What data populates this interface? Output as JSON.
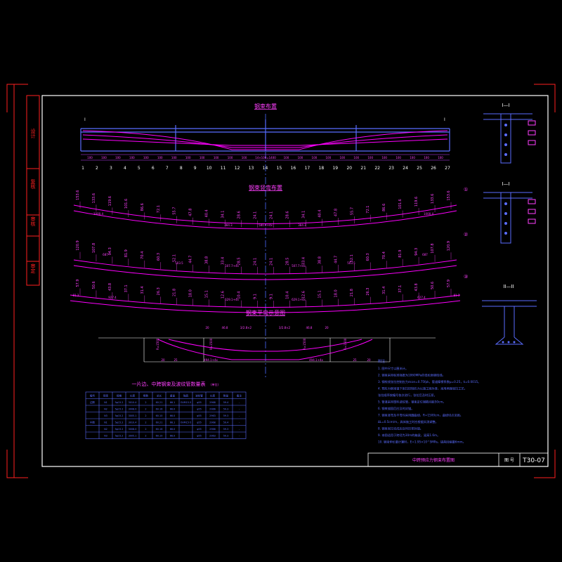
{
  "colors": {
    "frame": "#ffffff",
    "outer_border": "#ff2020",
    "main_line": "#ff00ff",
    "structure": "#5a6cff",
    "axis": "#4d6bff",
    "text": "#ff40ff",
    "dim": "#c040ff",
    "label_box": "#ff40ff"
  },
  "views": {
    "elevation_title": "钢束布置",
    "curve_title": "钢束竖弯布置",
    "plan_title": "钢束平弯示意图",
    "section_1_title": "I—I",
    "section_2_title": "I—I",
    "section_3_title": "II—II"
  },
  "elevation": {
    "section_mark": "I",
    "span_numbers": [
      "1",
      "2",
      "3",
      "4",
      "5",
      "6",
      "7",
      "8",
      "9",
      "10",
      "11",
      "12",
      "13",
      "14",
      "15",
      "16",
      "17",
      "18",
      "19",
      "20",
      "21",
      "22",
      "23",
      "24",
      "25",
      "26",
      "27"
    ],
    "dims": [
      "100",
      "100",
      "100",
      "100",
      "100",
      "100",
      "100",
      "100",
      "100",
      "100",
      "100",
      "100",
      "100",
      "100",
      "100",
      "100",
      "100",
      "100",
      "100",
      "100",
      "100",
      "100",
      "100",
      "100",
      "100",
      "100"
    ],
    "center_label": "14×100=1400"
  },
  "curves": {
    "row1_labels": [
      "153.6",
      "133.6",
      "119.6",
      "101.6",
      "86.6",
      "72.1",
      "55.7",
      "47.8",
      "40.4",
      "34.1",
      "28.6",
      "24.1",
      "24.1",
      "28.6",
      "34.1",
      "40.4",
      "47.8",
      "55.7",
      "72.1",
      "86.6",
      "101.6",
      "119.6",
      "133.6",
      "153.6"
    ],
    "row2_labels": [
      "120.9",
      "107.8",
      "94.3",
      "81.9",
      "70.4",
      "60.3",
      "52.1",
      "44.7",
      "38.8",
      "33.4",
      "28.5",
      "24.1",
      "24.1",
      "28.5",
      "33.4",
      "38.8",
      "44.7",
      "52.1",
      "60.3",
      "70.4",
      "81.9",
      "94.3",
      "107.8",
      "120.9"
    ],
    "row3_labels": [
      "57.9",
      "50.6",
      "43.8",
      "37.1",
      "31.4",
      "26.3",
      "21.8",
      "18.0",
      "15.1",
      "12.6",
      "10.4",
      "9.1",
      "9.1",
      "10.4",
      "12.6",
      "15.1",
      "18.0",
      "21.8",
      "26.3",
      "31.4",
      "37.1",
      "43.8",
      "50.6",
      "57.9"
    ],
    "row1_bottom": [
      "1000.4",
      "384.3",
      "580.4+4x",
      "384.3",
      "1000.4"
    ],
    "row2_bottom": [
      "687",
      "503.5",
      "507.7+4x",
      "507.7+4x",
      "503.5",
      "687"
    ],
    "row3_bottom": [
      "81.3",
      "927.4",
      "629.1+4x",
      "629.1+4x",
      "627.4",
      "81.3"
    ],
    "circle_marks": [
      "①",
      "②",
      "③"
    ]
  },
  "plan": {
    "top_dims": [
      "20",
      "46.8",
      "3/2.8×2",
      "3/2.8×2",
      "46.8",
      "20"
    ],
    "bottom_dims": [
      "20",
      "25",
      "494.1+4x",
      "494.1+4x",
      "25",
      "20"
    ],
    "side_labels": [
      "R=1500",
      "R=1500",
      "R=1500",
      "R=1500"
    ]
  },
  "table": {
    "title": "一片边、中跨钢束及波纹管数量表",
    "unit": "(单位)",
    "headers": [
      "编号",
      "钢束",
      "规格",
      "长度",
      "根数",
      "总长",
      "重量",
      "锚具",
      "波纹管",
      "长度",
      "数量",
      "备注"
    ],
    "rows": [
      [
        "边跨",
        "N1",
        "5φ15.2",
        "3010.4",
        "2",
        "60.21",
        "66.1",
        "OVM15-5",
        "φ55",
        "2968",
        "59.4",
        "-"
      ],
      [
        "",
        "N2",
        "5φ15.2",
        "3008.0",
        "2",
        "60.16",
        "66.0",
        "",
        "φ55",
        "2966",
        "59.3",
        "-"
      ],
      [
        "",
        "N3",
        "5φ15.2",
        "3005.1",
        "2",
        "60.10",
        "66.0",
        "",
        "φ55",
        "2963",
        "59.3",
        "-"
      ],
      [
        "中跨",
        "N1",
        "5φ15.2",
        "3010.4",
        "2",
        "60.21",
        "66.1",
        "OVM15-5",
        "φ55",
        "2968",
        "59.4",
        "-"
      ],
      [
        "",
        "N2",
        "5φ15.2",
        "3008.0",
        "2",
        "60.16",
        "66.0",
        "",
        "φ55",
        "2966",
        "59.3",
        "-"
      ],
      [
        "",
        "N3",
        "5φ15.2",
        "3005.1",
        "2",
        "60.10",
        "66.0",
        "",
        "φ55",
        "2963",
        "59.3",
        "-"
      ]
    ]
  },
  "notes": {
    "heading": "附注：",
    "lines": [
      "1. 图中尺寸以厘米计。",
      "2. 钢束采用标准强度为1860MPa的低松弛钢绞线。",
      "3. 钢绞线张拉控制应力σcon=0.75fpk，管道摩擦系数μ=0.25，k=0.0015。",
      "4. 预应力钢束锚下张拉控制应力以施工图为准，采用两端张拉工艺。",
      "   张拉顺序按编号依次进行，张拉后及时压浆。",
      "5. 管道采用塑料波纹管，钢束定位钢筋间距50cm。",
      "6. 钢束锚固后应及时封锚。",
      "7. 钢束竖弯及平弯均采用圆曲线，R=1500cm，曲线切点见图。",
      "   ΔL=0.5cm/m，具体施工时应根据实测调整。",
      "8. 钢束张拉完成后及时压浆封锚。",
      "9. 本图适用于跨径为30m的箱梁，梁高1.6m。",
      "10. 钢束伸长量计算时，E=1.95×10^5MPa，锚具回缩量6mm。"
    ]
  },
  "title_block": {
    "drawing_name": "中跨预应力钢束布置图",
    "sheet_label": "图 号",
    "sheet_number": "T30-07"
  },
  "side_strip": {
    "labels": [
      "设计",
      "复核",
      "审核",
      "审定"
    ]
  }
}
